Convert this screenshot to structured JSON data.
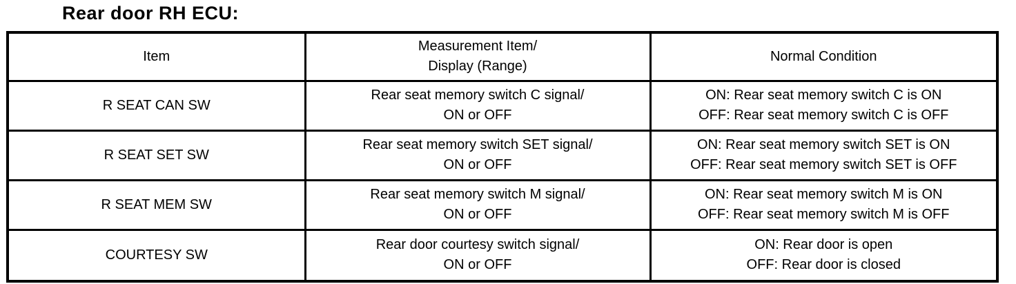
{
  "page": {
    "title": "Rear door RH ECU:"
  },
  "table": {
    "header": {
      "item": "Item",
      "measurement_line1": "Measurement Item/",
      "measurement_line2": "Display (Range)",
      "normal": "Normal Condition"
    },
    "rows": [
      {
        "item": "R SEAT CAN SW",
        "measurement_line1": "Rear seat memory switch C signal/",
        "measurement_line2": "ON or OFF",
        "normal_line1": "ON: Rear seat memory switch C is ON",
        "normal_line2": "OFF: Rear seat memory switch C is OFF"
      },
      {
        "item": "R SEAT SET SW",
        "measurement_line1": "Rear seat memory switch SET signal/",
        "measurement_line2": "ON or OFF",
        "normal_line1": "ON: Rear seat memory switch SET is ON",
        "normal_line2": "OFF: Rear seat memory switch SET is OFF"
      },
      {
        "item": "R SEAT MEM SW",
        "measurement_line1": "Rear seat memory switch M signal/",
        "measurement_line2": "ON or OFF",
        "normal_line1": "ON: Rear seat memory switch M is ON",
        "normal_line2": "OFF: Rear seat memory switch M is OFF"
      },
      {
        "item": "COURTESY SW",
        "measurement_line1": "Rear door courtesy switch signal/",
        "measurement_line2": "ON or OFF",
        "normal_line1": "ON: Rear door is open",
        "normal_line2": "OFF: Rear door is closed"
      }
    ]
  }
}
